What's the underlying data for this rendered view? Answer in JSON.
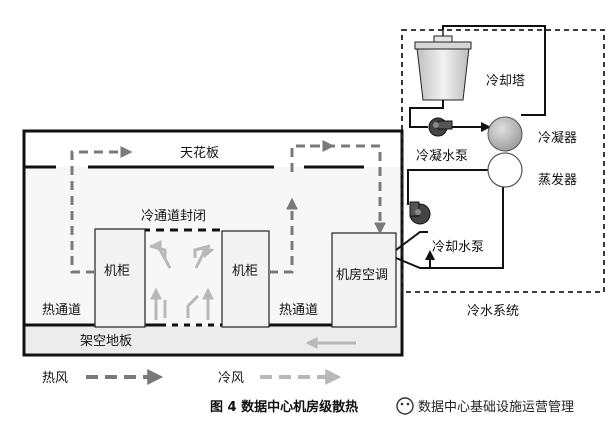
{
  "labels": {
    "ceiling": "天花板",
    "cold_aisle_closed": "冷通道封闭",
    "cabinet_left": "机柜",
    "cabinet_right": "机柜",
    "crac": "机房空调",
    "hot_aisle_left": "热通道",
    "hot_aisle_right": "热通道",
    "raised_floor": "架空地板",
    "cooling_tower": "冷却塔",
    "condenser": "冷凝器",
    "condenser_pump": "冷凝水泵",
    "evaporator": "蒸发器",
    "chilled_water_pump": "冷却水泵",
    "chilled_water_system": "冷水系统"
  },
  "legend": {
    "hot_air": "热风",
    "cold_air": "冷风"
  },
  "caption": "图 4   数据中心机房级散热",
  "watermark": "数据中心基础设施运营管理",
  "colors": {
    "hot_air": "#7a7a7a",
    "cold_air": "#b8b8b8",
    "equipment_fill": "#f2f2f2",
    "condenser_fill": "#bdbdbd"
  }
}
